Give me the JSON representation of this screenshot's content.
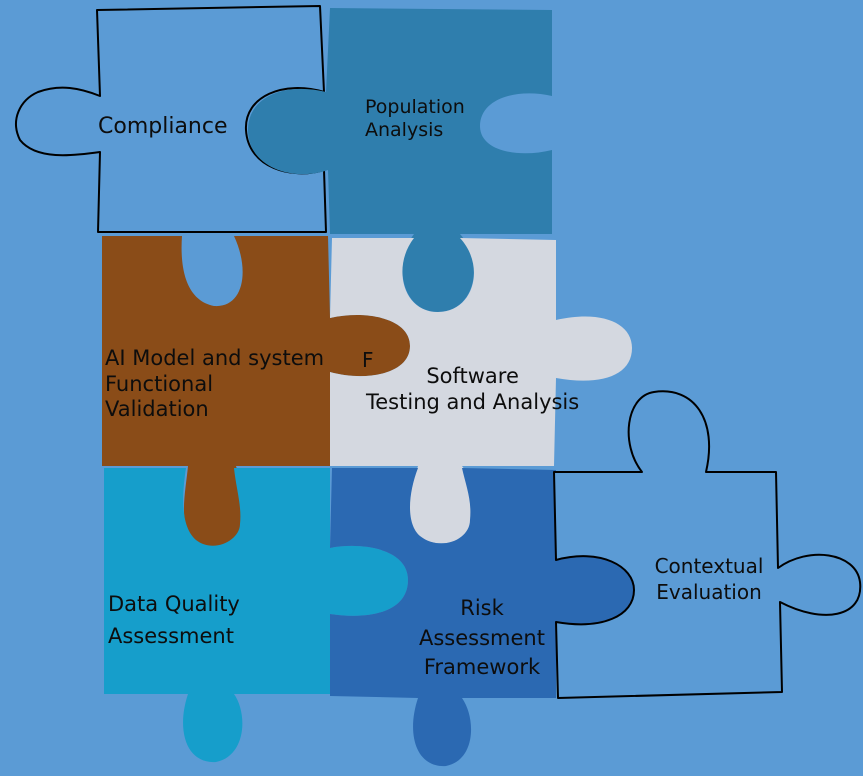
{
  "background": "#5b9bd5",
  "pieces": [
    {
      "id": "compliance",
      "lines": [
        "Compliance"
      ],
      "fill": "#5b9bd5",
      "outline": true
    },
    {
      "id": "population",
      "lines": [
        "Population",
        "Analysis"
      ],
      "fill": "#2f7ead",
      "outline": false
    },
    {
      "id": "ai-model",
      "lines": [
        "AI Model and system",
        "Functional",
        "Validation"
      ],
      "fill": "#8a4c18",
      "outline": false
    },
    {
      "id": "software",
      "lines": [
        "Software",
        "Testing and Analysis"
      ],
      "fill": "#d4d8e0",
      "outline": false
    },
    {
      "id": "data-quality",
      "lines": [
        "Data Quality",
        "Assessment"
      ],
      "fill": "#169ecb",
      "outline": false
    },
    {
      "id": "risk",
      "lines": [
        "Risk",
        "Assessment",
        "Framework"
      ],
      "fill": "#2b69b2",
      "outline": false
    },
    {
      "id": "contextual",
      "lines": [
        "Contextual",
        "Evaluation"
      ],
      "fill": "#5b9bd5",
      "outline": true
    }
  ],
  "stray_char": "F"
}
